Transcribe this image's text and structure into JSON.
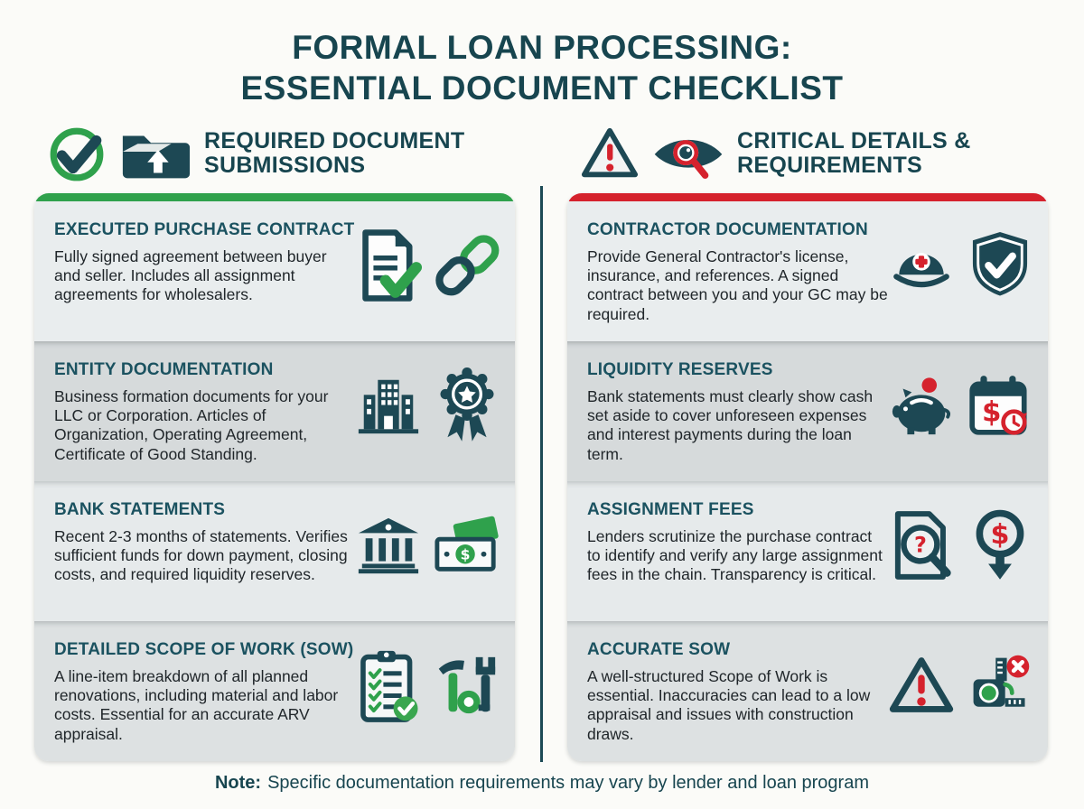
{
  "title": {
    "line1": "FORMAL LOAN PROCESSING:",
    "line2": "ESSENTIAL DOCUMENT CHECKLIST"
  },
  "colors": {
    "teal": "#1c4a55",
    "green": "#2fa14c",
    "red": "#d5222d",
    "heading": "#17454f"
  },
  "left_column": {
    "header": {
      "label": "REQUIRED DOCUMENT SUBMISSIONS",
      "accent": "#2fa14c",
      "icons": [
        "check-circle-icon",
        "folder-upload-icon"
      ]
    },
    "cards": [
      {
        "title": "EXECUTED PURCHASE CONTRACT",
        "body": "Fully signed agreement between buyer and seller. Includes all assignment agreements for wholesalers.",
        "icons": [
          "document-check-icon",
          "chain-link-icon"
        ]
      },
      {
        "title": "ENTITY DOCUMENTATION",
        "body": "Business formation documents for your LLC or Corporation. Articles of Organization, Operating Agreement, Certificate of Good Standing.",
        "icons": [
          "office-building-icon",
          "award-ribbon-icon"
        ]
      },
      {
        "title": "BANK STATEMENTS",
        "body": "Recent 2-3 months of statements. Verifies sufficient funds for down payment, closing costs, and required liquidity reserves.",
        "icons": [
          "bank-icon",
          "cash-icon"
        ]
      },
      {
        "title": "DETAILED SCOPE OF WORK (SOW)",
        "body": "A line-item breakdown of all planned renovations, including material and labor costs. Essential for an accurate ARV appraisal.",
        "icons": [
          "checklist-clipboard-icon",
          "tools-icon"
        ]
      }
    ]
  },
  "right_column": {
    "header": {
      "label": "CRITICAL DETAILS & REQUIREMENTS",
      "accent": "#d5222d",
      "icons": [
        "warning-triangle-icon",
        "eye-magnifier-icon"
      ]
    },
    "cards": [
      {
        "title": "CONTRACTOR DOCUMENTATION",
        "body": "Provide General Contractor's license, insurance, and references. A signed contract between you and your GC may be required.",
        "icons": [
          "hard-hat-icon",
          "shield-check-icon"
        ]
      },
      {
        "title": "LIQUIDITY RESERVES",
        "body": "Bank statements must clearly show cash set aside to cover unforeseen expenses and interest payments during the loan term.",
        "icons": [
          "piggy-bank-icon",
          "calendar-dollar-icon"
        ]
      },
      {
        "title": "ASSIGNMENT FEES",
        "body": "Lenders scrutinize the purchase contract to identify and verify any large assignment fees in the chain. Transparency is critical.",
        "icons": [
          "document-magnifier-icon",
          "dollar-down-icon"
        ]
      },
      {
        "title": "ACCURATE SOW",
        "body": "A well-structured Scope of Work is essential. Inaccuracies can lead to a low appraisal and issues with construction draws.",
        "icons": [
          "warning-triangle-icon",
          "tape-measure-error-icon"
        ]
      }
    ]
  },
  "note": {
    "label": "Note:",
    "text": "Specific documentation requirements may vary by lender and loan program"
  }
}
